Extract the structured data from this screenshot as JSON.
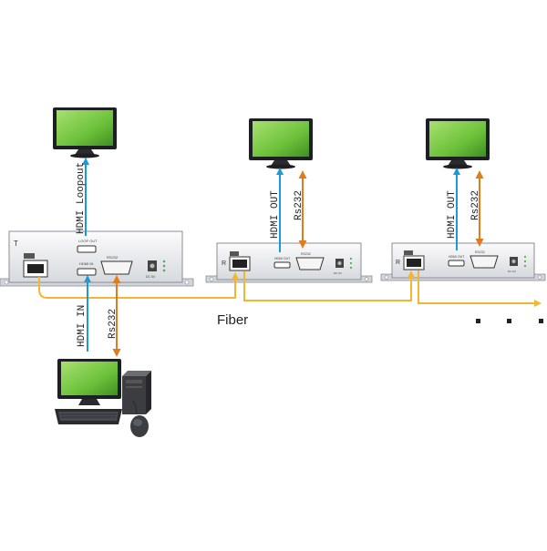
{
  "labels": {
    "hdmi_loopout": "HDMI Loopout",
    "hdmi_out_1": "HDMI OUT",
    "rs232_1": "Rs232",
    "hdmi_out_2": "HDMI OUT",
    "rs232_2": "Rs232",
    "hdmi_in": "HDMI IN",
    "rs232_src": "Rs232",
    "fiber": "Fiber"
  },
  "devices": {
    "transmitter": {
      "mark": "T",
      "hdmi_out": "LOOP OUT",
      "hdmi_in": "HDMI IN",
      "rs232": "RS232",
      "dc": "DC 5V"
    },
    "receiver_1": {
      "mark": "R",
      "hdmi_out": "HDMI OUT",
      "rs232": "RS232",
      "dc": "DC 5V"
    },
    "receiver_2": {
      "mark": "R",
      "hdmi_out": "HDMI OUT",
      "rs232": "RS232",
      "dc": "DC 5V"
    }
  },
  "colors": {
    "hdmi_arrow": "#1b9ad6",
    "rs232_arrow": "#e07b1e",
    "fiber_line": "#f2b632",
    "screen": "#6cc13a",
    "device_body": "#e9ebee",
    "device_edge": "#8a8f96"
  },
  "icons": [
    "monitor-icon",
    "computer-icon",
    "keyboard-icon",
    "mouse-icon"
  ]
}
